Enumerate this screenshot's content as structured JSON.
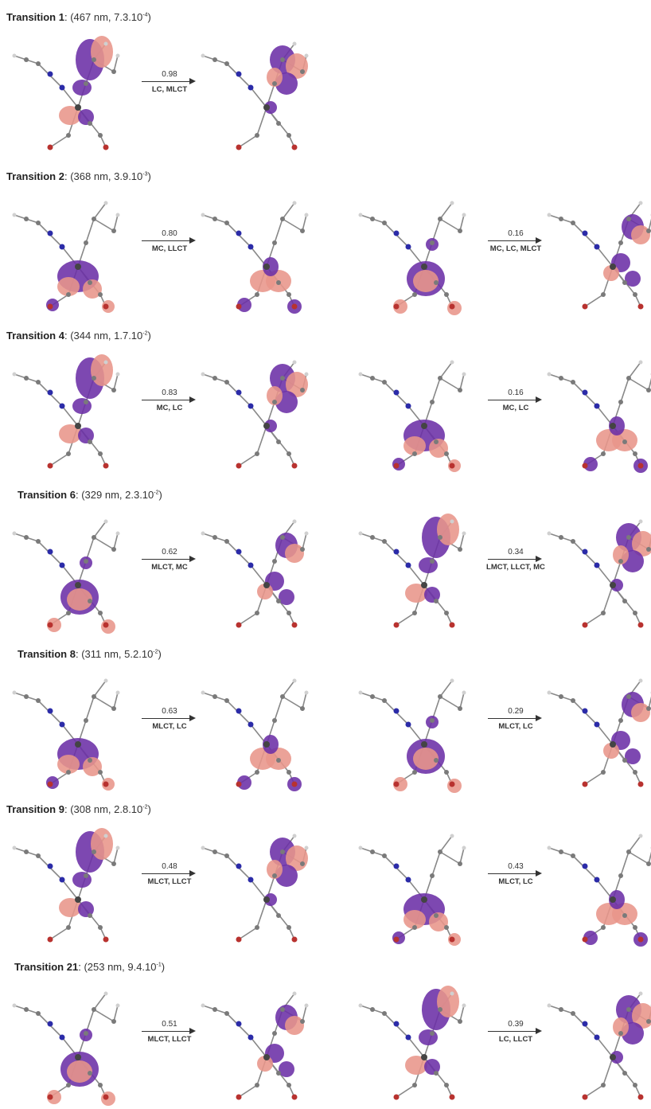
{
  "colors": {
    "purple": "#6b2fa6",
    "pink": "#e8958a",
    "carbon": "#7a7a7a",
    "nitrogen": "#2b2ba8",
    "hydrogen": "#d0d0d0",
    "oxygen": "#b8322f"
  },
  "transitions": [
    {
      "label": "Transition 1",
      "params": "(467 nm, 7.3.10",
      "exp": "-4",
      "close": ")",
      "pairs": [
        {
          "coef": "0.98",
          "type": "LC, MLCT"
        }
      ]
    },
    {
      "label": "Transition 2",
      "params": "(368 nm, 3.9.10",
      "exp": "-3",
      "close": ")",
      "pairs": [
        {
          "coef": "0.80",
          "type": "MC, LLCT"
        },
        {
          "coef": "0.16",
          "type": "MC, LC, MLCT"
        }
      ]
    },
    {
      "label": "Transition 4",
      "params": "(344 nm, 1.7.10",
      "exp": "-2",
      "close": ")",
      "pairs": [
        {
          "coef": "0.83",
          "type": "MC, LC"
        },
        {
          "coef": "0.16",
          "type": "MC, LC"
        }
      ]
    },
    {
      "label": "Transition 6",
      "params": "(329 nm, 2.3.10",
      "exp": "-2",
      "close": ")",
      "pairs": [
        {
          "coef": "0.62",
          "type": "MLCT, MC"
        },
        {
          "coef": "0.34",
          "type": "LMCT, LLCT, MC"
        }
      ]
    },
    {
      "label": "Transition 8",
      "params": "(311 nm, 5.2.10",
      "exp": "-2",
      "close": ")",
      "pairs": [
        {
          "coef": "0.63",
          "type": "MLCT, LC"
        },
        {
          "coef": "0.29",
          "type": "MLCT, LC"
        }
      ]
    },
    {
      "label": "Transition 9",
      "params": "(308 nm, 2.8.10",
      "exp": "-2",
      "close": ")",
      "pairs": [
        {
          "coef": "0.48",
          "type": "MLCT, LLCT"
        },
        {
          "coef": "0.43",
          "type": "MLCT, LC"
        }
      ]
    },
    {
      "label": "Transition 21",
      "params": "(253 nm, 9.4.10",
      "exp": "-1",
      "close": ")",
      "pairs": [
        {
          "coef": "0.51",
          "type": "MLCT, LLCT"
        },
        {
          "coef": "0.39",
          "type": "LC, LLCT"
        }
      ]
    }
  ]
}
